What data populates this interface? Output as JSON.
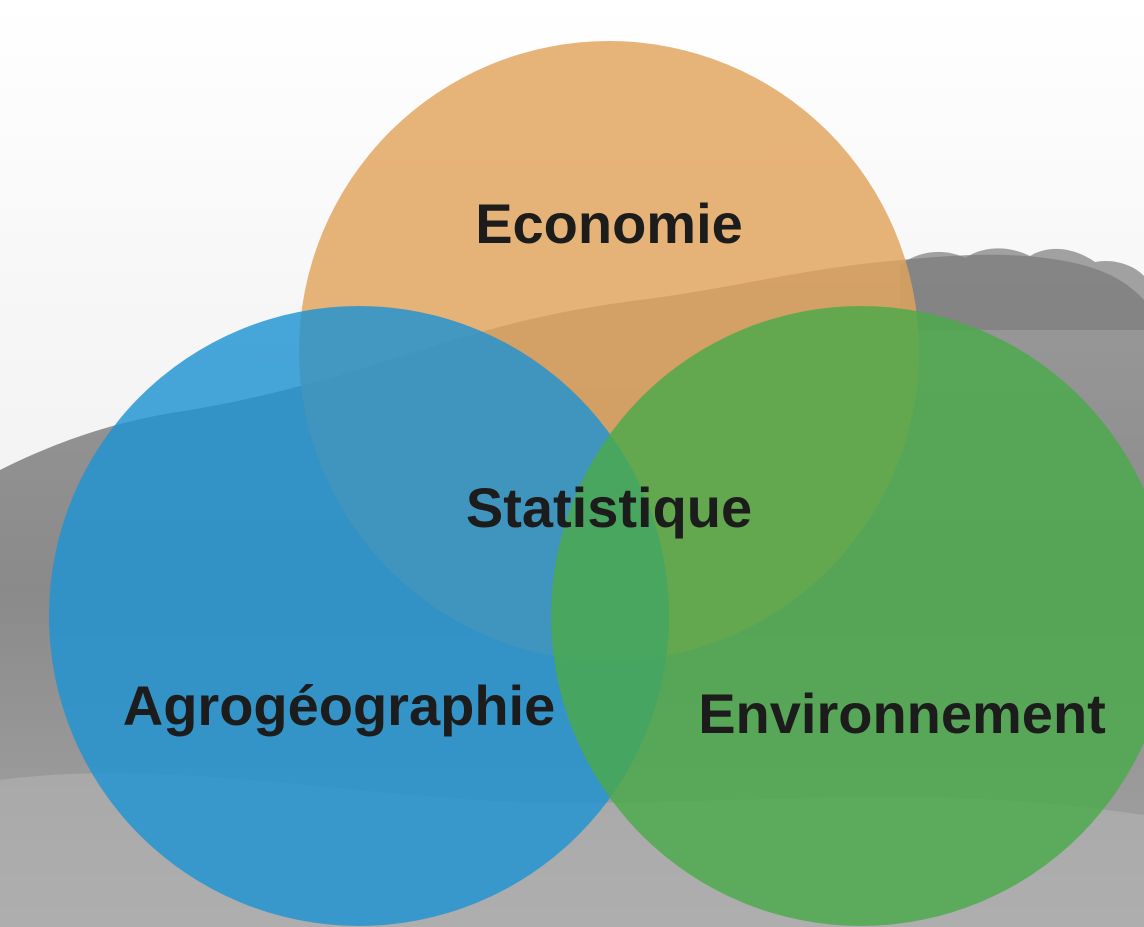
{
  "diagram": {
    "type": "venn",
    "center_label": "Statistique",
    "circles": [
      {
        "id": "economie",
        "label": "Economie",
        "color": "#e0a25a"
      },
      {
        "id": "agrogeographie",
        "label": "Agrogéographie",
        "color": "#1f93d2"
      },
      {
        "id": "environnement",
        "label": "Environnement",
        "color": "#4aaa4a"
      }
    ]
  },
  "colors": {
    "background": "#ffffff",
    "backdrop_landscape": "#8a8a8a",
    "label_text": "#1c1c1c"
  }
}
